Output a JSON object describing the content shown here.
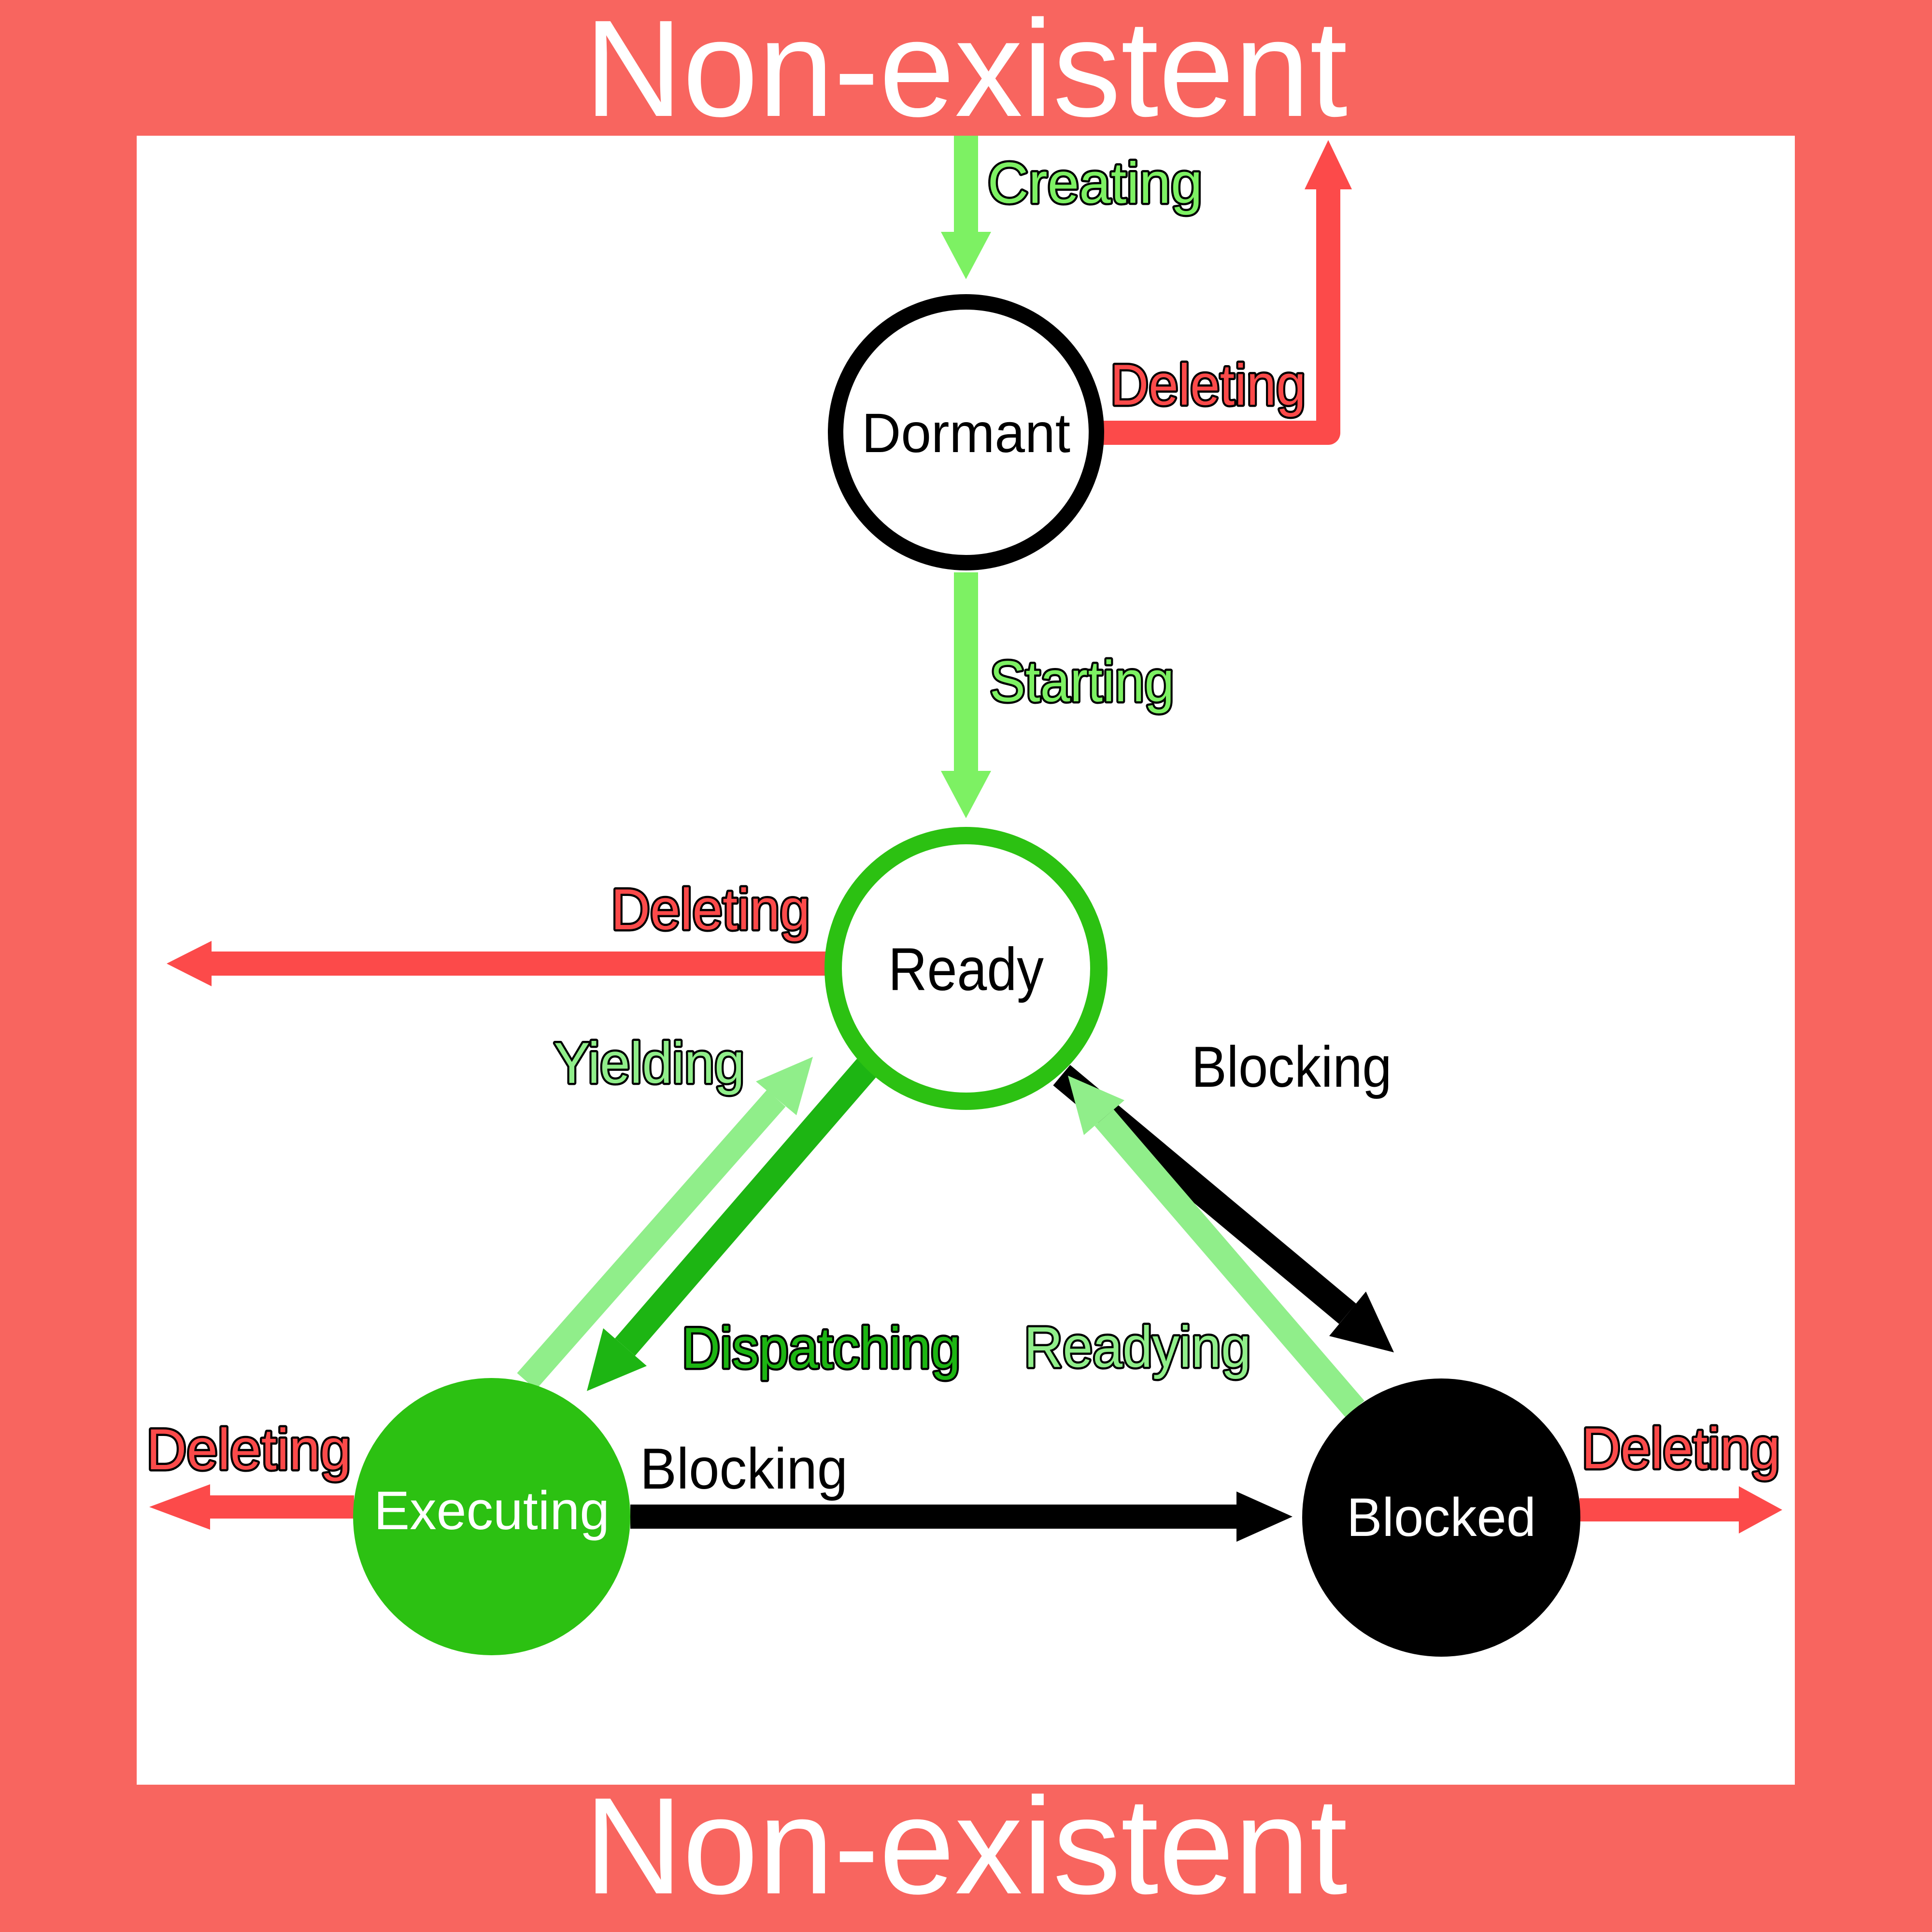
{
  "titles": {
    "top": "Non-existent",
    "bottom": "Non-existent"
  },
  "colors": {
    "border": "#f8655f",
    "canvas": "#ffffff",
    "red": "#fc4a4a",
    "light_green": "#7df163",
    "pale_green": "#90ee8a",
    "green": "#2cc112",
    "dark_green": "#1db513",
    "black": "#000000",
    "white": "#ffffff"
  },
  "states": {
    "dormant": {
      "label": "Dormant"
    },
    "ready": {
      "label": "Ready"
    },
    "executing": {
      "label": "Executing"
    },
    "blocked": {
      "label": "Blocked"
    }
  },
  "transitions": {
    "creating": {
      "label": "Creating"
    },
    "starting": {
      "label": "Starting"
    },
    "yielding": {
      "label": "Yielding"
    },
    "dispatching": {
      "label": "Dispatching"
    },
    "readying": {
      "label": "Readying"
    },
    "blocking_ready_to_blocked": {
      "label": "Blocking"
    },
    "blocking_executing_to_blocked": {
      "label": "Blocking"
    },
    "deleting_dormant": {
      "label": "Deleting"
    },
    "deleting_ready": {
      "label": "Deleting"
    },
    "deleting_executing": {
      "label": "Deleting"
    },
    "deleting_blocked": {
      "label": "Deleting"
    }
  }
}
